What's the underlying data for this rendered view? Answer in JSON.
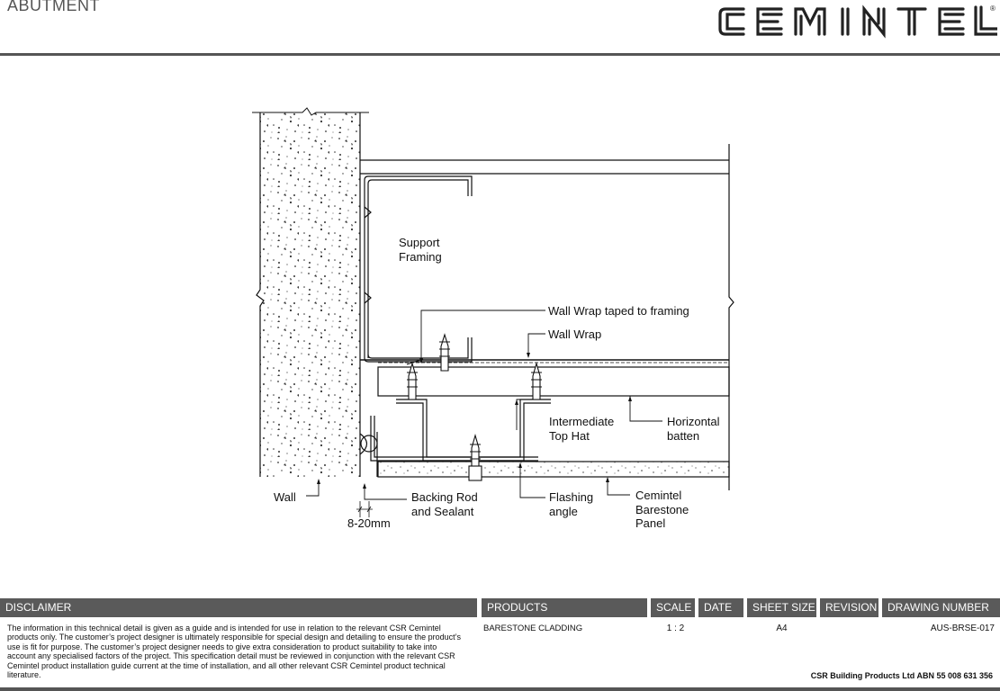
{
  "header": {
    "title": "ABUTMENT",
    "logo_text": "CEMINTEL",
    "logo_mark": "®"
  },
  "drawing": {
    "labels": {
      "support_framing_1": "Support",
      "support_framing_2": "Framing",
      "wall_wrap_taped": "Wall Wrap taped to framing",
      "wall_wrap": "Wall Wrap",
      "intermediate_1": "Intermediate",
      "intermediate_2": "Top Hat",
      "horizontal_1": "Horizontal",
      "horizontal_2": "batten",
      "wall": "Wall",
      "backing_1": "Backing Rod",
      "backing_2": "and Sealant",
      "flashing_1": "Flashing",
      "flashing_2": "angle",
      "panel_1": "Cemintel",
      "panel_2": "Barestone",
      "panel_3": "Panel",
      "gap": "8-20mm"
    }
  },
  "title_block": {
    "headers": {
      "disclaimer": "DISCLAIMER",
      "products": "PRODUCTS",
      "scale": "SCALE",
      "date": "DATE",
      "sheet_size": "SHEET SIZE",
      "revision": "REVISION",
      "drawing_number": "DRAWING NUMBER"
    },
    "values": {
      "products": "BARESTONE CLADDING",
      "scale": "1 : 2",
      "date": "",
      "sheet_size": "A4",
      "revision": "",
      "drawing_number": "AUS-BRSE-017"
    },
    "disclaimer_text": "The information in this technical detail is given as a guide and is intended for use in relation to the relevant CSR Cemintel products only. The customer’s project designer is ultimately responsible for special design and detailing to ensure the product’s use is fit for purpose. The customer’s project designer needs to give extra consideration to product suitability to take into account any specialised factors of the project. This specification detail must be reviewed in conjunction with the relevant CSR Cemintel product installation guide current at the time of installation, and all other relevant CSR Cemintel product technical literature.",
    "abn": "CSR Building Products Ltd ABN  55 008 631 356"
  }
}
